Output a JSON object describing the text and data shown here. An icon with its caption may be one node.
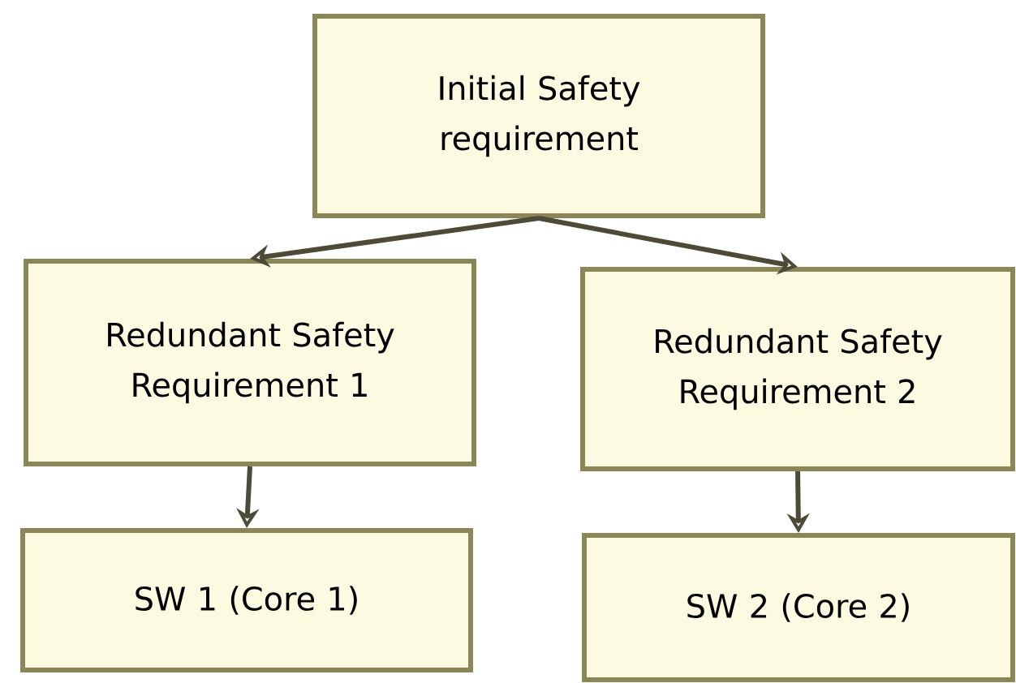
{
  "diagram": {
    "nodes": [
      {
        "text": [
          "Initial Safety requirement"
        ]
      },
      {
        "text": [
          "Redundant Safety Requirement 1"
        ]
      },
      {
        "text": [
          "Redundant Safety Requirement 2"
        ]
      },
      {
        "text": [
          "SW 1 (Core 1)"
        ]
      },
      {
        "text": [
          "SW 2 (Core 2)"
        ]
      }
    ],
    "edges": [
      {
        "from": 0,
        "to": 1,
        "arrow": "to"
      },
      {
        "from": 0,
        "to": 2,
        "arrow": "to"
      },
      {
        "from": 1,
        "to": 3,
        "arrow": "to"
      },
      {
        "from": 2,
        "to": 4,
        "arrow": "to"
      }
    ]
  }
}
